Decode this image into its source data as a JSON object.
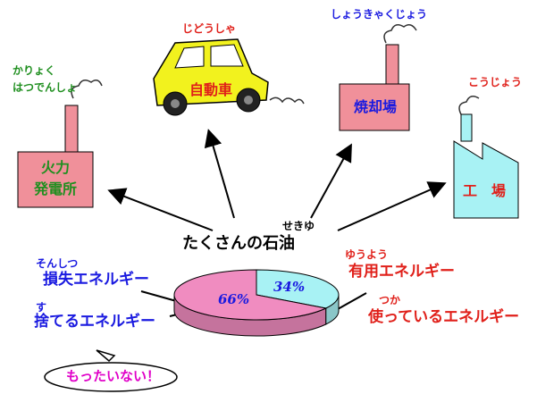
{
  "labels": {
    "karyoku_ruby": "かりょく",
    "karyoku_ruby2": "はつでんしょ",
    "karyoku_title1": "火力",
    "karyoku_title2": "発電所",
    "car_ruby": "じどうしゃ",
    "car_title": "自動車",
    "incin_ruby": "しょうきゃくじょう",
    "incin_title": "焼却場",
    "factory_ruby": "こうじょう",
    "factory_title": "工　場",
    "oil_ruby": "せきゆ",
    "oil_title": "たくさんの石油",
    "yuuyou_ruby": "ゆうよう",
    "yuuyou": "有用エネルギー",
    "tsuka_ruby": "つか",
    "tsuka": "使っているエネルギー",
    "sonshitsu_ruby": "そんしつ",
    "sonshitsu": "損失エネルギー",
    "su_ruby": "す",
    "suteru": "捨てるエネルギー",
    "mottainai": "もったいない！"
  },
  "chart_data": {
    "type": "pie",
    "values": [
      66,
      34
    ],
    "value_labels": [
      "66%",
      "34%"
    ],
    "colors": [
      "#f08cc0",
      "#a8f2f4"
    ]
  },
  "colors": {
    "chimney": "#f0909a",
    "building": "#f0909a",
    "factory": "#a8f2f4",
    "car": "#f2f21e",
    "smoke": "#333333"
  }
}
